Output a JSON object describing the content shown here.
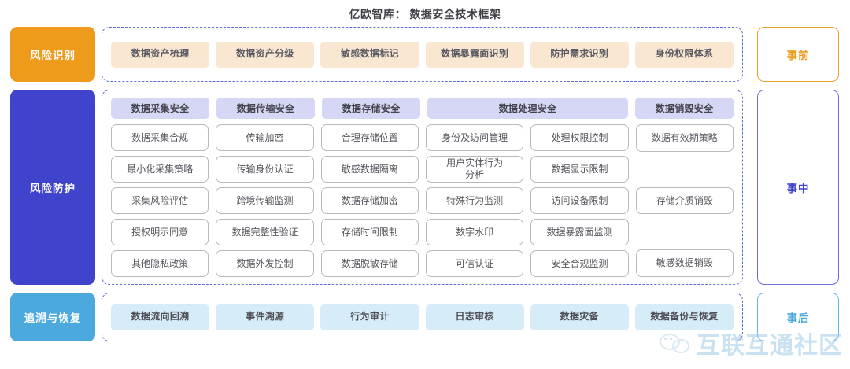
{
  "title": "亿欧智库： 数据安全技术框架",
  "colors": {
    "stage_identify": "#ee9a1b",
    "stage_protect": "#4044cc",
    "stage_trace": "#4ba9de",
    "panel_border": "#5a6fd4",
    "chip_peach": "#fae7d2",
    "chip_cyan": "#d6ecf8",
    "head_cell": "#d5d7f4",
    "cell_border": "#b9b9bd"
  },
  "bands": {
    "identify": {
      "stage_label": "风险识别",
      "phase_label": "事前",
      "chips": [
        "数据资产梳理",
        "数据资产分级",
        "敏感数据标记",
        "数据暴露面识别",
        "防护需求识别",
        "身份权限体系"
      ]
    },
    "protect": {
      "stage_label": "风险防护",
      "phase_label": "事中",
      "headers": [
        "数据采集安全",
        "数据传输安全",
        "数据存储安全",
        "数据处理安全",
        "数据销毁安全"
      ],
      "columns": [
        {
          "header": "数据采集安全",
          "items": [
            "数据采集合规",
            "最小化采集策略",
            "采集风险评估",
            "授权明示同意",
            "其他隐私政策"
          ]
        },
        {
          "header": "数据传输安全",
          "items": [
            "传输加密",
            "传输身份认证",
            "跨境传输监测",
            "数据完整性验证",
            "数据外发控制"
          ]
        },
        {
          "header": "数据存储安全",
          "items": [
            "合理存储位置",
            "敏感数据隔离",
            "数据存储加密",
            "存储时间限制",
            "数据脱敏存储"
          ]
        },
        {
          "header": "数据处理安全",
          "items": [
            "身份及访问管理",
            "用户实体行为\n分析",
            "特殊行为监测",
            "数字水印",
            "可信认证"
          ]
        },
        {
          "header": "数据处理安全",
          "items": [
            "处理权限控制",
            "数据显示限制",
            "访问设备限制",
            "数据暴露面监测",
            "安全合规监测"
          ]
        },
        {
          "header": "数据销毁安全",
          "items": [
            "数据有效期策略",
            "",
            "存储介质销毁",
            "",
            "敏感数据销毁"
          ]
        }
      ]
    },
    "trace": {
      "stage_label": "追溯与恢复",
      "phase_label": "事后",
      "chips": [
        "数据流向回溯",
        "事件溯源",
        "行为审计",
        "日志审核",
        "数据灾备",
        "数据备份与恢复"
      ]
    }
  },
  "watermark": {
    "text": "互联互通社区",
    "icon": "wechat-bubble-icon"
  }
}
